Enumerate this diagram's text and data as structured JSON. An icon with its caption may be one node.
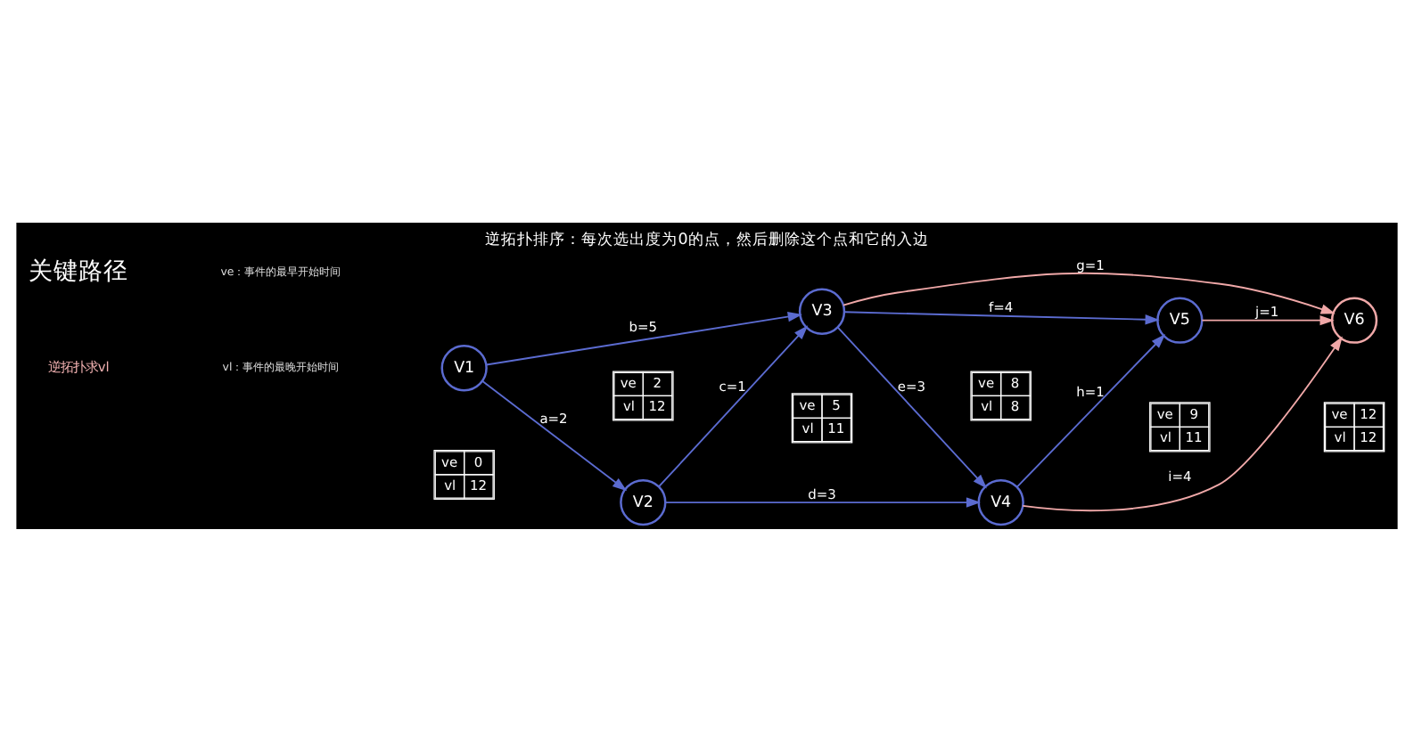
{
  "diagram": {
    "title": "逆拓扑排序：每次选出度为0的点，然后删除这个点和它的入边",
    "nodes": [
      {
        "text": [
          "V1"
        ]
      },
      {
        "text": [
          "V2"
        ]
      },
      {
        "text": [
          "V3"
        ]
      },
      {
        "text": [
          "V4"
        ]
      },
      {
        "text": [
          "V5"
        ]
      },
      {
        "text": [
          "V6"
        ]
      },
      {
        "text": [
          "ve",
          "0",
          "vl",
          "12"
        ]
      },
      {
        "text": [
          "ve",
          "2",
          "vl",
          "12"
        ]
      },
      {
        "text": [
          "ve",
          "5",
          "vl",
          "11"
        ]
      },
      {
        "text": [
          "ve",
          "8",
          "vl",
          "8"
        ]
      },
      {
        "text": [
          "ve",
          "9",
          "vl",
          "11"
        ]
      },
      {
        "text": [
          "ve",
          "12",
          "vl",
          "12"
        ]
      }
    ],
    "edges": [
      {
        "from": 0,
        "to": 1,
        "arrow": "to",
        "label": "a=2"
      },
      {
        "from": 0,
        "to": 2,
        "arrow": "to",
        "label": "b=5"
      },
      {
        "from": 1,
        "to": 3,
        "arrow": "to",
        "label": "d=3"
      },
      {
        "from": 1,
        "to": 2,
        "arrow": "to",
        "label": "c=1"
      },
      {
        "from": 2,
        "to": 3,
        "arrow": "to",
        "label": "e=3"
      },
      {
        "from": 2,
        "to": 5,
        "arrow": "to",
        "label": "g=1",
        "color": "#f0a8a8"
      },
      {
        "from": 2,
        "to": 4,
        "arrow": "to",
        "label": "f=4"
      },
      {
        "from": 3,
        "to": 4,
        "arrow": "to",
        "label": "h=1"
      },
      {
        "from": 3,
        "to": 5,
        "arrow": "to",
        "label": "i=4",
        "color": "#f0a8a8"
      },
      {
        "from": 4,
        "to": 5,
        "arrow": "to",
        "label": "j=1",
        "color": "#f0a8a8"
      }
    ],
    "labels": [
      "ve：事件的最早开始时间",
      "vl：事件的最晚开始时间",
      "关键路径",
      "逆拓扑求vl"
    ]
  }
}
